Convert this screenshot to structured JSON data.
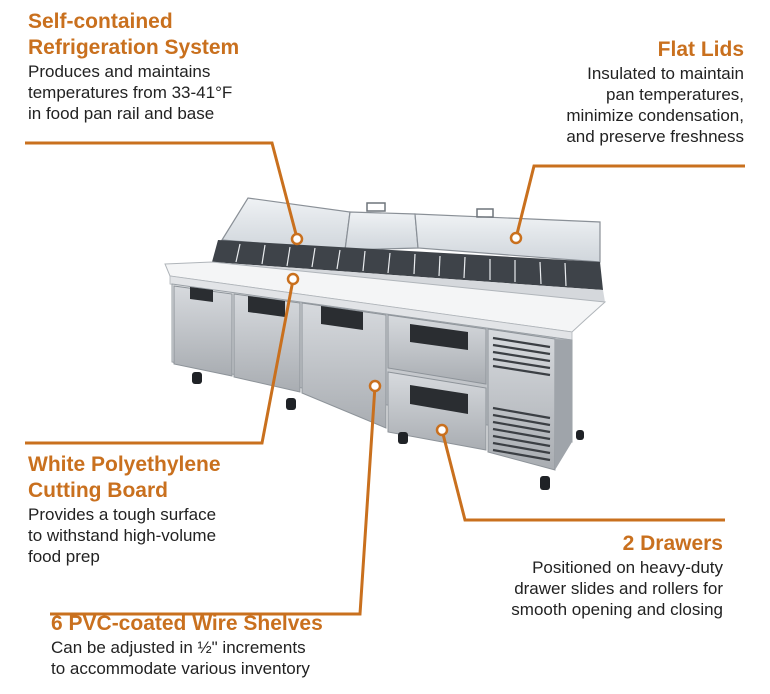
{
  "accent_color": "#c9701e",
  "callouts": {
    "refrigeration": {
      "title_line1": "Self-contained",
      "title_line2": "Refrigeration System",
      "body": "Produces and maintains\ntemperatures from 33-41°F\nin food pan rail and base"
    },
    "lids": {
      "title": "Flat Lids",
      "body": "Insulated to maintain\npan temperatures,\nminimize condensation,\nand preserve freshness"
    },
    "cutting_board": {
      "title_line1": "White Polyethylene",
      "title_line2": "Cutting Board",
      "body": "Provides a tough surface\nto withstand high-volume\nfood prep"
    },
    "drawers": {
      "title": "2 Drawers",
      "body": "Positioned on heavy-duty\ndrawer slides and rollers for\nsmooth opening and closing"
    },
    "shelves": {
      "title": "6 PVC-coated Wire Shelves",
      "body": "Can be adjusted in ½\" increments\nto accommodate various inventory"
    }
  }
}
